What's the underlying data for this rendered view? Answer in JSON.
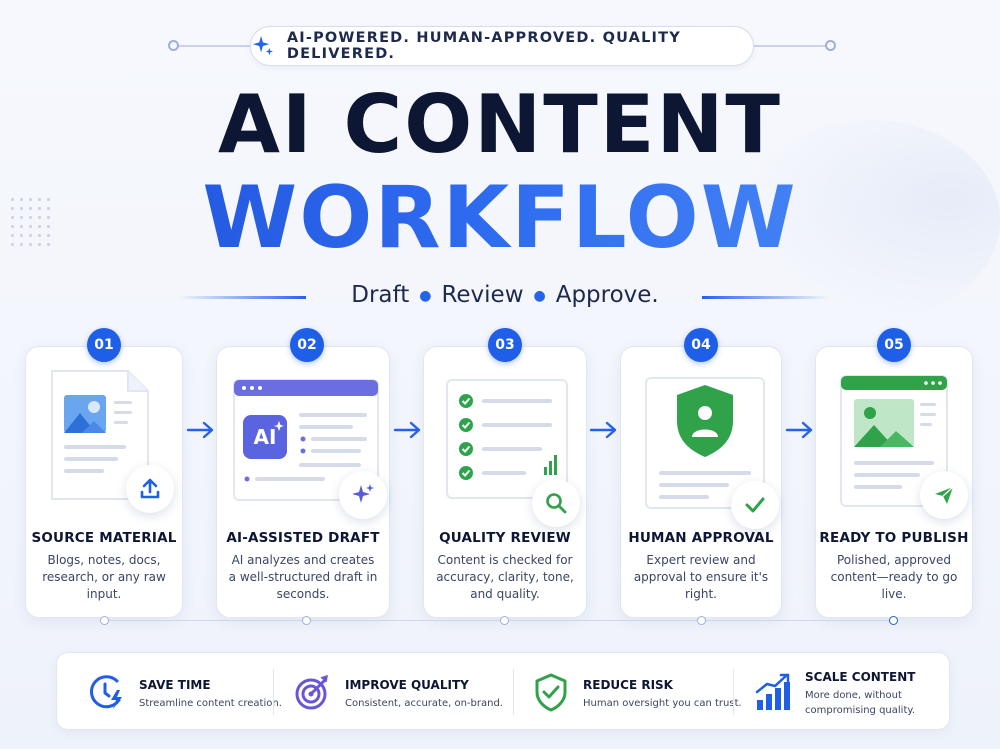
{
  "tagline": "AI-POWERED. HUMAN-APPROVED. QUALITY DELIVERED.",
  "title_line1": "AI CONTENT",
  "title_line2": "WORKFLOW",
  "subtitle": [
    "Draft",
    "Review",
    "Approve."
  ],
  "steps": [
    {
      "number": "01",
      "title": "SOURCE MATERIAL",
      "desc": "Blogs, notes, docs, research, or any raw input.",
      "icon": "upload-icon"
    },
    {
      "number": "02",
      "title": "AI-ASSISTED DRAFT",
      "desc": "AI analyzes and creates a well-structured draft in seconds.",
      "icon": "sparkle-icon",
      "ai_label": "AI"
    },
    {
      "number": "03",
      "title": "QUALITY REVIEW",
      "desc": "Content is checked for accuracy, clarity, tone, and quality.",
      "icon": "magnifier-icon"
    },
    {
      "number": "04",
      "title": "HUMAN APPROVAL",
      "desc": "Expert review and approval to ensure it's right.",
      "icon": "checkmark-icon"
    },
    {
      "number": "05",
      "title": "READY TO PUBLISH",
      "desc": "Polished, approved content—ready to go live.",
      "icon": "send-icon"
    }
  ],
  "benefits": [
    {
      "title": "SAVE TIME",
      "desc": "Streamline content creation.",
      "icon": "clock-bolt-icon"
    },
    {
      "title": "IMPROVE QUALITY",
      "desc": "Consistent, accurate, on-brand.",
      "icon": "target-icon"
    },
    {
      "title": "REDUCE RISK",
      "desc": "Human oversight you can trust.",
      "icon": "shield-check-icon"
    },
    {
      "title": "SCALE CONTENT",
      "desc_line1": "More done, without",
      "desc_line2": "compromising quality.",
      "icon": "growth-chart-icon"
    }
  ],
  "colors": {
    "accent": "#1f5ee6",
    "navy": "#0d1633",
    "green": "#2fa24a",
    "purple": "#5b5bd6"
  }
}
